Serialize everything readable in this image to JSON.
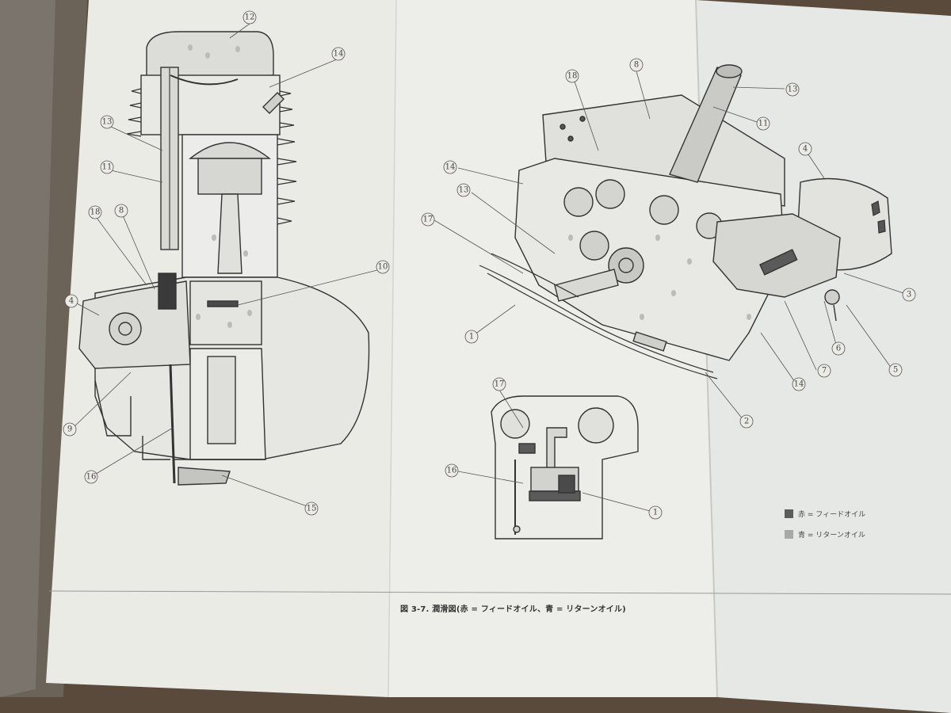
{
  "left_diagram": {
    "callouts": [
      "12",
      "14",
      "13",
      "11",
      "18",
      "8",
      "4",
      "9",
      "10",
      "16",
      "15"
    ]
  },
  "right_diagram": {
    "callouts": [
      "8",
      "13",
      "18",
      "11",
      "4",
      "14",
      "13",
      "17",
      "1",
      "3",
      "6",
      "5",
      "7",
      "14",
      "2"
    ]
  },
  "inset_diagram": {
    "callouts": [
      "17",
      "16",
      "1"
    ]
  },
  "legend": {
    "items": [
      {
        "label": "赤 = フィードオイル",
        "color": "#5c5c5c"
      },
      {
        "label": "青 = リターンオイル",
        "color": "#a8a8a8"
      }
    ]
  },
  "caption": "図 3-7. 潤滑図(赤 = フィードオイル、青 = リターンオイル)"
}
